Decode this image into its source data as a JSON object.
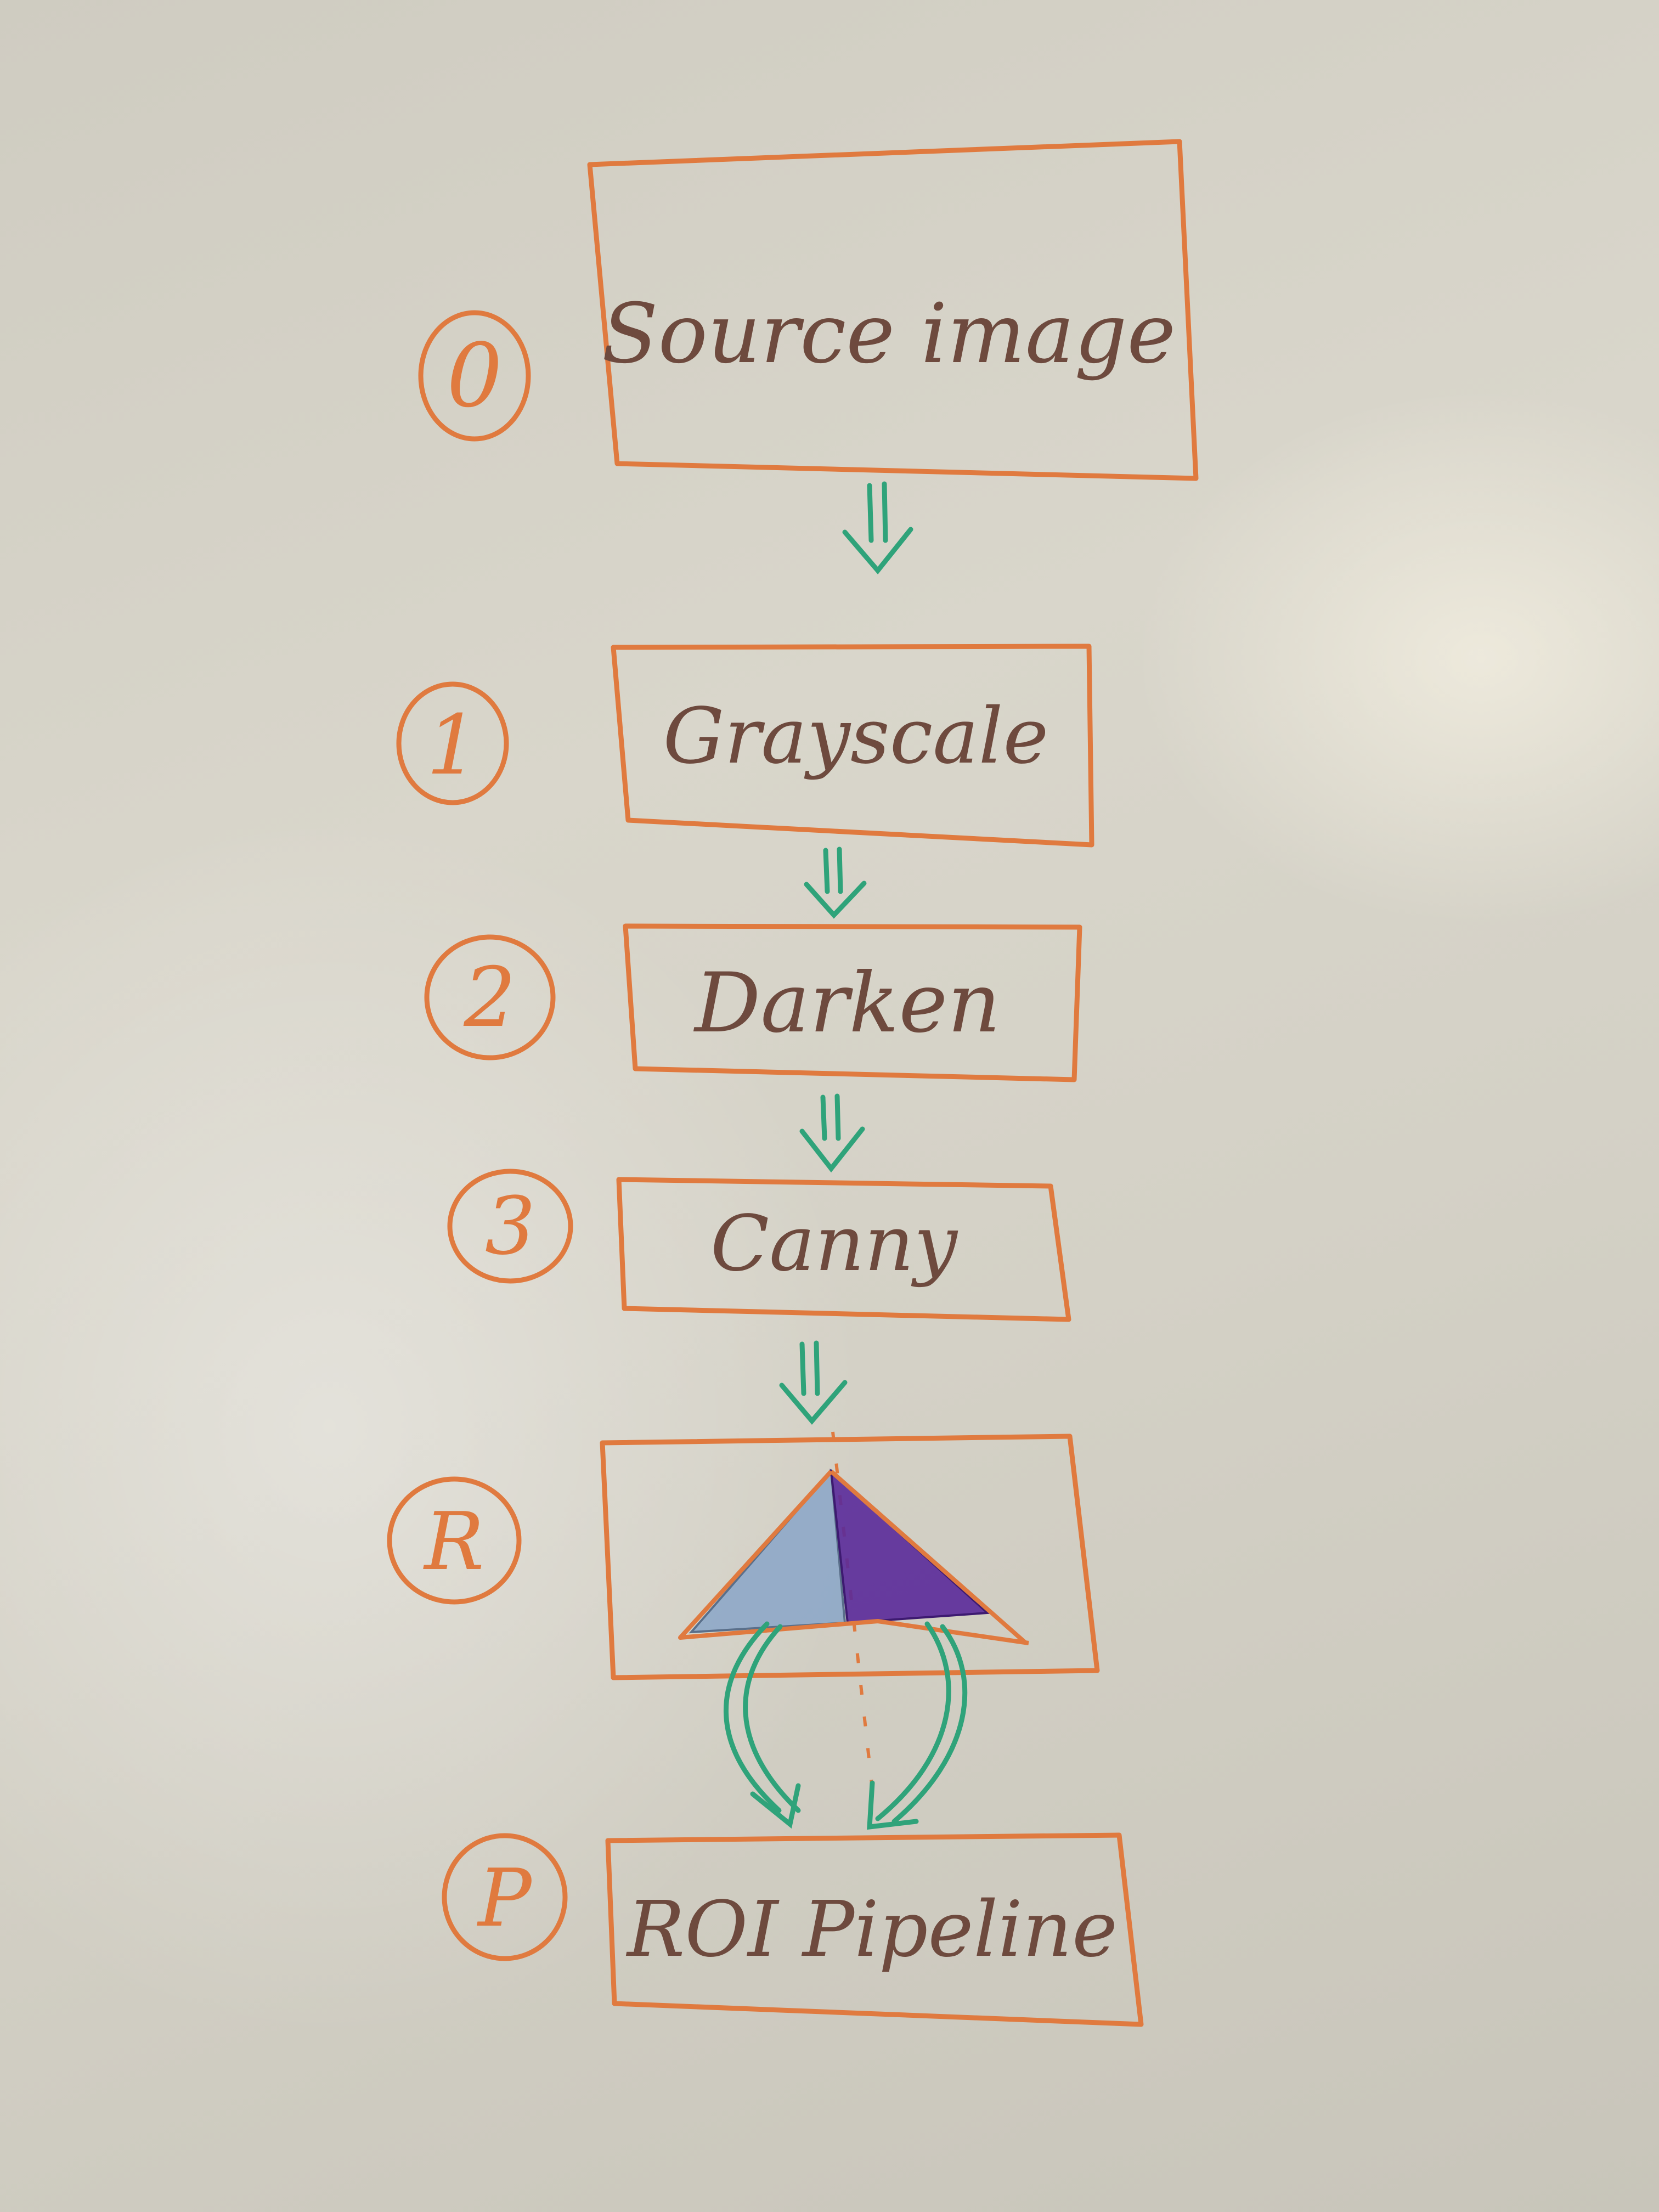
{
  "colors": {
    "box_stroke": "#e07a3f",
    "arrow_stroke": "#2fa37a",
    "text": "#6e4a3e",
    "triangle_left_fill": "#8aa6c8",
    "triangle_right_fill": "#5a2a9a"
  },
  "steps": [
    {
      "marker": "0",
      "label": "Source image"
    },
    {
      "marker": "1",
      "label": "Grayscale"
    },
    {
      "marker": "2",
      "label": "Darken"
    },
    {
      "marker": "3",
      "label": "Canny"
    },
    {
      "marker": "R",
      "label": ""
    },
    {
      "marker": "P",
      "label": "ROI Pipeline"
    }
  ],
  "arrows": [
    {
      "icon": "double-down-arrow-icon"
    },
    {
      "icon": "double-down-arrow-icon"
    },
    {
      "icon": "double-down-arrow-icon"
    },
    {
      "icon": "double-down-arrow-icon"
    },
    {
      "icon": "curved-arrow-icon"
    },
    {
      "icon": "curved-arrow-icon"
    }
  ]
}
